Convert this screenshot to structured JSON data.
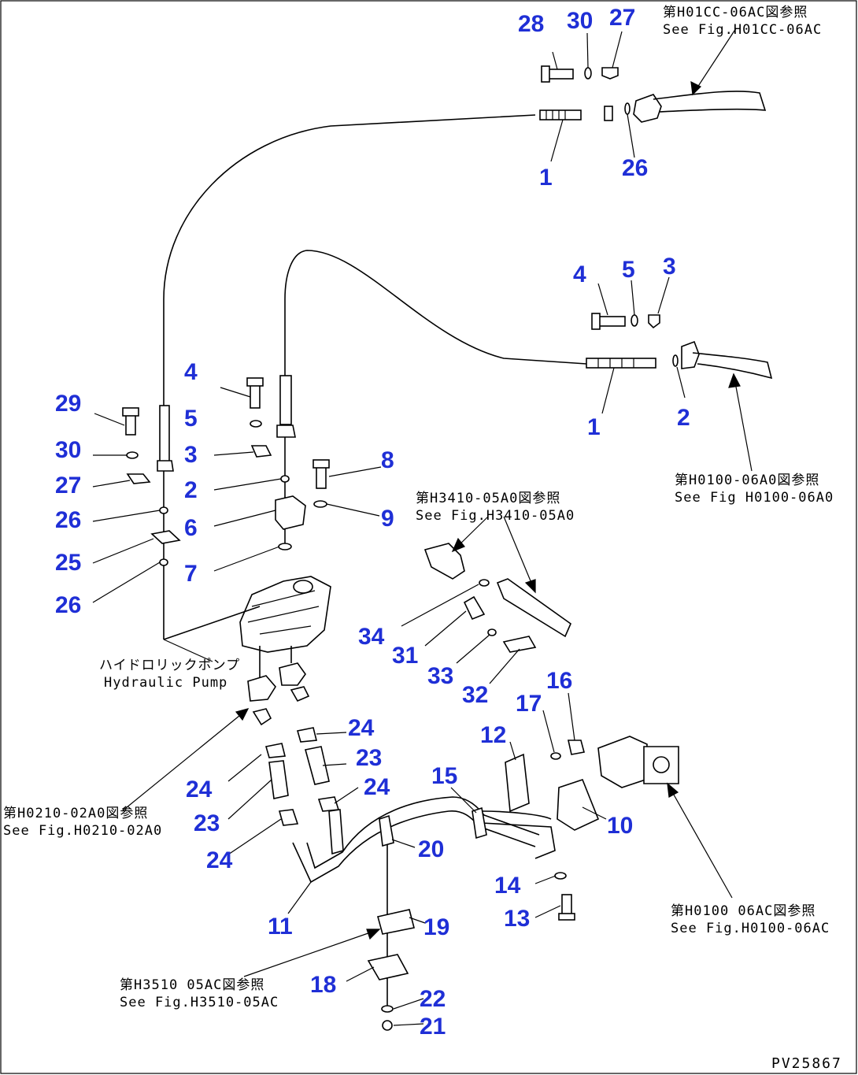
{
  "callouts": [
    "28",
    "30",
    "27",
    "1",
    "26",
    "4",
    "5",
    "3",
    "1",
    "2",
    "29",
    "5",
    "4",
    "30",
    "3",
    "27",
    "2",
    "8",
    "26",
    "6",
    "9",
    "25",
    "7",
    "26",
    "34",
    "31",
    "33",
    "32",
    "17",
    "16",
    "12",
    "24",
    "23",
    "15",
    "24",
    "24",
    "23",
    "10",
    "20",
    "24",
    "14",
    "13",
    "11",
    "19",
    "18",
    "22",
    "21"
  ],
  "refs": [
    {
      "jp": "第H01CC-06AC図参照",
      "en": "See Fig.H01CC-06AC"
    },
    {
      "jp": "第H0100-06A0図参照",
      "en": "See Fig H0100-06A0"
    },
    {
      "jp": "第H3410-05A0図参照",
      "en": "See Fig.H3410-05A0"
    },
    {
      "jp": "ハイドロリックポンプ",
      "en": "Hydraulic Pump"
    },
    {
      "jp": "第H0210-02A0図参照",
      "en": "See Fig.H0210-02A0"
    },
    {
      "jp": "第H0100 06AC図参照",
      "en": "See Fig.H0100-06AC"
    },
    {
      "jp": "第H3510 05AC図参照",
      "en": "See Fig.H3510-05AC"
    }
  ],
  "drawing_code": "PV25867"
}
